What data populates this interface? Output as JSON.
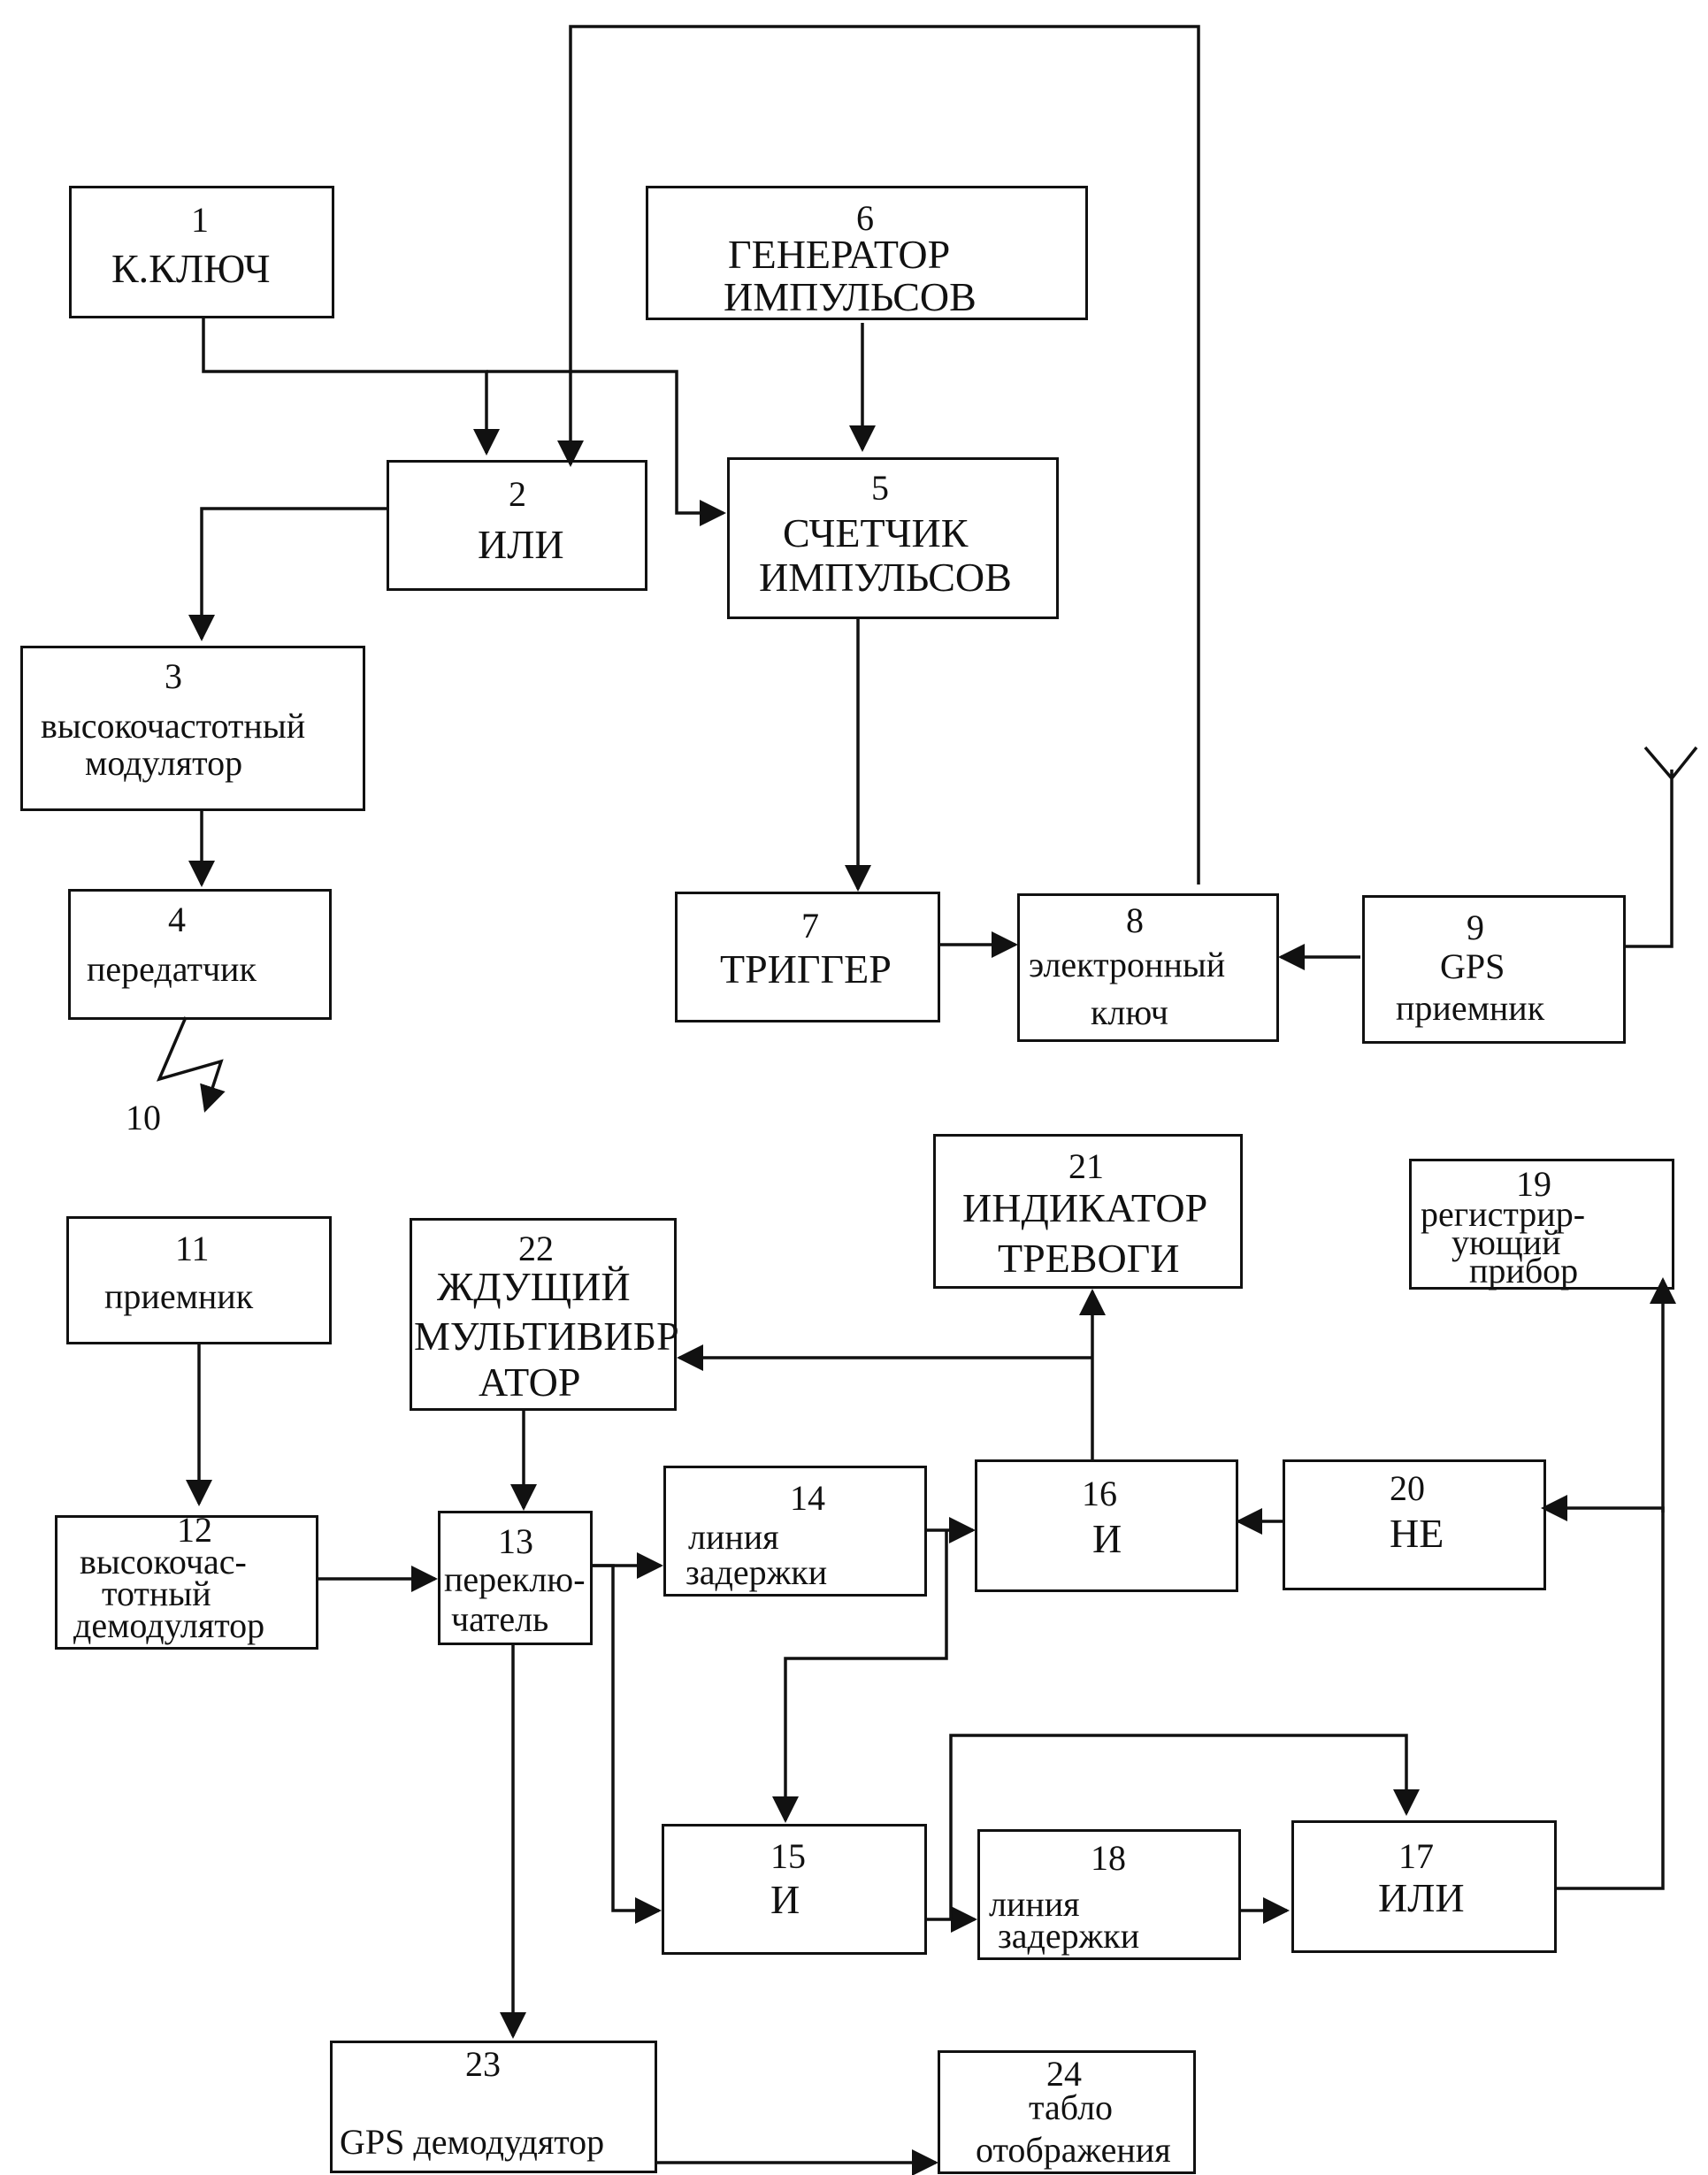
{
  "blocks": {
    "b1": {
      "number": "1",
      "lines": [
        "К.КЛЮЧ"
      ]
    },
    "b2": {
      "number": "2",
      "lines": [
        "ИЛИ"
      ]
    },
    "b3": {
      "number": "3",
      "lines": [
        "высокочастотный",
        "модулятор"
      ]
    },
    "b4": {
      "number": "4",
      "lines": [
        "передатчик"
      ]
    },
    "b5": {
      "number": "5",
      "lines": [
        "СЧЕТЧИК",
        "ИМПУЛЬСОВ"
      ]
    },
    "b6": {
      "number": "6",
      "lines": [
        "ГЕНЕРАТОР",
        "ИМПУЛЬСОВ"
      ]
    },
    "b7": {
      "number": "7",
      "lines": [
        "ТРИГГЕР"
      ]
    },
    "b8": {
      "number": "8",
      "lines": [
        "электронный",
        "ключ"
      ]
    },
    "b9": {
      "number": "9",
      "lines": [
        "GPS",
        "приемник"
      ]
    },
    "b11": {
      "number": "11",
      "lines": [
        "приемник"
      ]
    },
    "b12": {
      "number": "12",
      "lines": [
        "высокочас-",
        "тотный",
        "демодулятор"
      ]
    },
    "b13": {
      "number": "13",
      "lines": [
        "переклю-",
        "чатель"
      ]
    },
    "b14": {
      "number": "14",
      "lines": [
        "линия",
        "задержки"
      ]
    },
    "b15": {
      "number": "15",
      "lines": [
        "И"
      ]
    },
    "b16": {
      "number": "16",
      "lines": [
        "И"
      ]
    },
    "b17": {
      "number": "17",
      "lines": [
        "ИЛИ"
      ]
    },
    "b18": {
      "number": "18",
      "lines": [
        "линия",
        "задержки"
      ]
    },
    "b19": {
      "number": "19",
      "lines": [
        "регистрир-",
        "ующий",
        "прибор"
      ]
    },
    "b20": {
      "number": "20",
      "lines": [
        "НЕ"
      ]
    },
    "b21": {
      "number": "21",
      "lines": [
        "ИНДИКАТОР",
        "ТРЕВОГИ"
      ]
    },
    "b22": {
      "number": "22",
      "lines": [
        "ЖДУЩИЙ",
        "МУЛЬТИВИБР",
        "АТОР"
      ]
    },
    "b23": {
      "number": "23",
      "lines": [
        "GPS демодудятор"
      ]
    },
    "b24": {
      "number": "24",
      "lines": [
        "табло",
        "отображения"
      ]
    }
  },
  "signal_label": "10"
}
